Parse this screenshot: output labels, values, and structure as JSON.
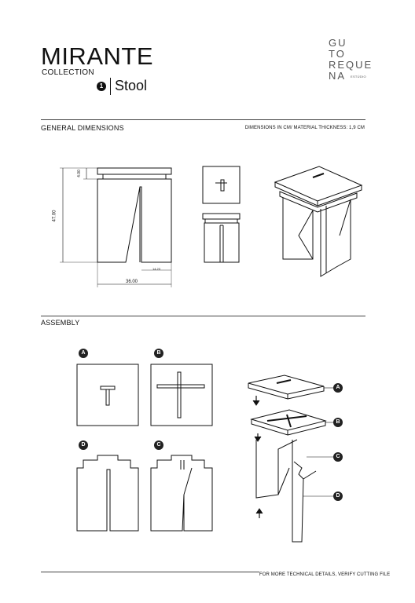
{
  "header": {
    "title": "MIRANTE",
    "collection": "COLLECTION",
    "item_number": "1",
    "product_name": "Stool",
    "brand_lines": [
      "GU",
      "TO",
      "REQUE",
      "NA"
    ],
    "brand_sub": "ESTÚDIO"
  },
  "sections": {
    "dimensions_title": "GENERAL DIMENSIONS",
    "dimensions_note": "DIMENSIONS IN CM/ MATERIAL THICKNESS: 1,9 CM",
    "assembly_title": "ASSEMBLY"
  },
  "dimensions": {
    "top_thickness": "4.00",
    "height": "47.00",
    "width": "36.00",
    "inner": "14.23"
  },
  "assembly": {
    "parts": [
      "A",
      "B",
      "C",
      "D"
    ]
  },
  "footer": {
    "note": "FOR MORE TECHNICAL DETAILS, VERIFY CUTTING FILE"
  },
  "colors": {
    "ink": "#111111",
    "rule": "#444444",
    "brand": "#555555"
  }
}
